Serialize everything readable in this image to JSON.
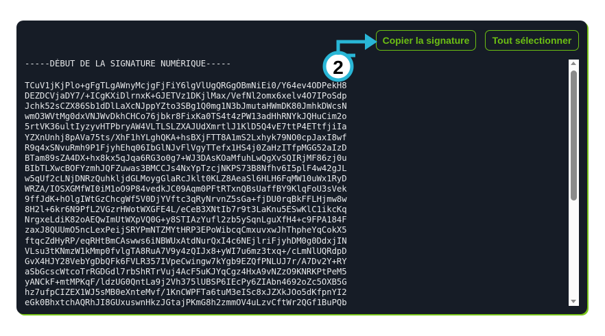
{
  "buttons": {
    "copy": "Copier la signature",
    "select_all": "Tout sélectionner"
  },
  "callout": {
    "number": "2",
    "color": "#29b6d6"
  },
  "signature": {
    "header": "-----DÉBUT DE LA SIGNATURE NUMÉRIQUE-----",
    "lines": [
      "TCuV1jKjPlo+gFgTLgAWnyMcjgFjFiY6lgVlUgQRGgOBmNiEi0/Y64ev4ODPekH8",
      "DEZDCVjaDY7/+ICgKXiDlrnxK+GJETVz1DKjlMax/VefNl2omx6xelv4O7IPoSdp",
      "Jchk52sCZX86Sb1dDlLaXcNJppYZto3SBg1Q0mg1N3bJmutaHWmDK80JmhkDWcsN",
      "wmO3WVtMg0dxVNJWvDkhCHCo76jbkr8FixKa0TS4t4zPW13adHhRNYkJQHuCim2o",
      "5rtVK36ultIyzyvHTPbryAW4VLTLSLZXAJUdXmrtlJ1KlD5Q4vE7ttP4ETtfjiIa",
      "YZXnUnhj8pAVa75ts/XhF1hYLghQKA+hsBXjFTT8A1mS2Lxhyk79NO0cpJaxI8wf",
      "R9q4xSNvuRmh9P1FjyhEhq06IbGlNJvFlVgyTTefx1HS4j0ZaHzITfpMGG52aIzD",
      "BTam89sZA4DX+hx8kx5qJqa6RG3o0g7+WJ3DAsKOaMfuhLwQgXvSQIRjMF86zj0u",
      "BIbTLXwcBOFYzmhJQFZuwas3BMCCJs4NxYpTzcjNKPS73B8Nfhv6I5plF4w42gJL",
      "w5qUf2cLNjDNRzQuhkljdGLMoygGlaRcJklt0KLZ8AeaSl6HLH6FqMW10uWx1RyD",
      "WRZA/IOSXGMfWI0iM1oO9P84vedkJC09Aqm0PFtRTxnQBsUaffBY9KlqFoU3sVek",
      "9ffJdK+hOlgIWtGzChcgWf5V0DjYVftc3qRyNrvnZ5sGa+fjDU0rqBkFFLHjmw8w",
      "8H2l+6kr6N9PfL2VGzrHWotWXGFE4L/eCeB3XNtIb7r9t3LaKnu5ESwKlC1ikcKq",
      "NrgxeLdiK82oAEQwImUtWXpVQ0G+y8STIAzYufl2zb5ySqnLguXfH4+c9FPA184F",
      "zaxJ8QUUmO5ncLexPeijSRYPmNTZMYtHRP3EPoWibcqCmxuvxwJhThpheYqCokX5",
      "ftqcZdHyRP/eqRHtBmCAswws6iNBWUxAtdNurQxI4c6NEjlriFjyhDM0g0DdxjIN",
      "VLsu3tKNmzW1kMmp0fvlgTA8RuA7V9y4zQIJx8+yWI7u6mz3txq+/cLmNlUQRdpD",
      "GvX4HJY28VebYgDbQFk6FVLR357IVpeCwingw7kYgb9EZQfPNLUJ7r/A7Dv2Y+RY",
      "aSbGcscWtcoTrRGDGdl7rbShRTrVuj4AcF5uKJYqCgz4HxA9vNZzO9KNRKPtPeM5",
      "yANCkF+mtMPKqF/ldzUG0QntLa9j2Vh375lUBSP6IEcPy6ZIAbn4692oZc5OXB5G",
      "hz7ufpCIZEX1WJ5sMB0eXnteMvf/1KnCWPFTa6tuM3eISc8xJZXkJOo5dKfpnYI2",
      "eGk0BhxtchAQRhJI8GUxuswnHkzJGtajPKmG8h2zmmOV4uLzvCftWr2QGf1BuPQb"
    ]
  }
}
